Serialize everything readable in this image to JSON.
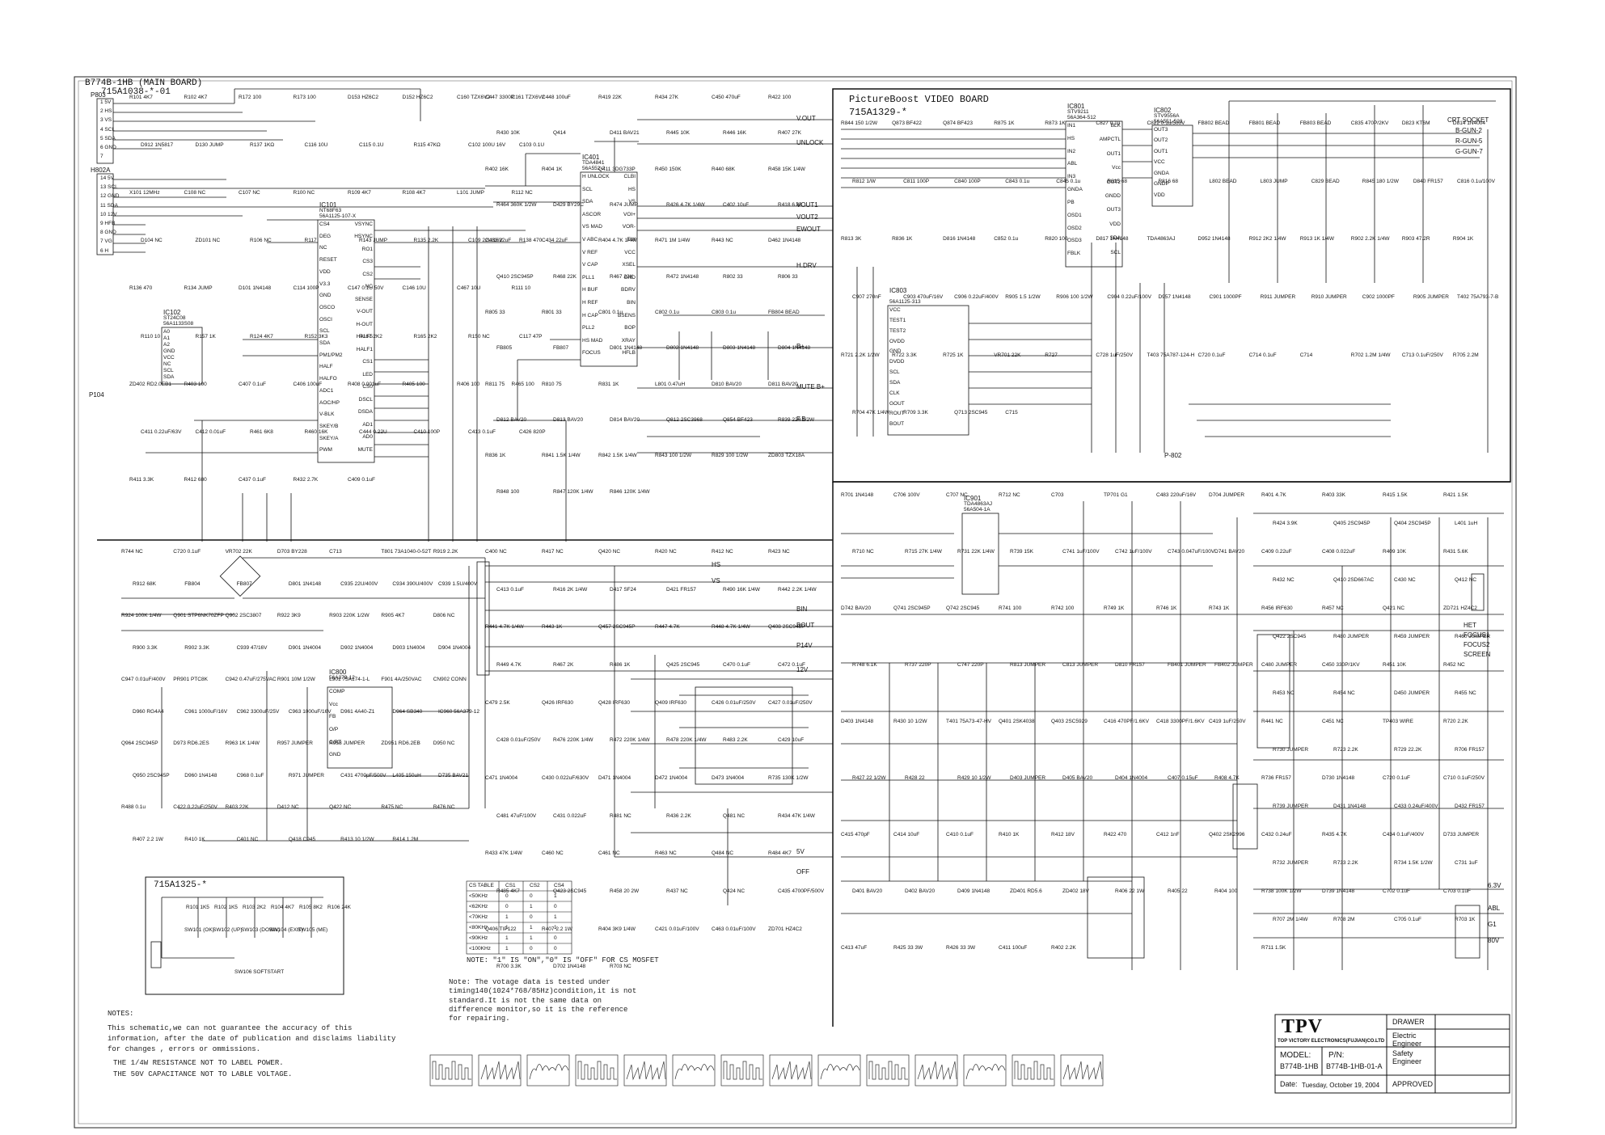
{
  "sheet": {
    "board_title": "B774B-1HB (MAIN BOARD)",
    "board_part": "715A1038-*-01",
    "video_board_title": "PictureBoost VIDEO BOARD",
    "video_board_part": "715A1329-*",
    "keypad_part": "715A1325-*"
  },
  "connectors": {
    "p803": {
      "ref": "P803",
      "pins": [
        "1 5V",
        "2 HS",
        "3 VS",
        "4 SCL",
        "5 SDA",
        "6 GND",
        "7"
      ]
    },
    "h802a": {
      "ref": "H802A",
      "pins": [
        "14 5V",
        "13 SCL",
        "12 GND",
        "11 SDA",
        "10 12V",
        "9 HFB",
        "8 GND",
        "7 VG",
        "6 H"
      ]
    },
    "crt_socket": {
      "ref": "CRT SOCKET",
      "pins": [
        "B-GUN-2",
        "R-GUN-5",
        "G-GUN-7"
      ]
    },
    "p104": "P104",
    "p802": "P-802"
  },
  "ics": [
    {
      "ref": "IC101",
      "part": "NT68F63",
      "code": "56A1125-107-X",
      "pins_left": [
        "CS4",
        "DEG",
        "NC",
        "RESET",
        "VDD",
        "V3.3",
        "GND",
        "OSCO",
        "OSCI",
        "SCL",
        "SDA",
        "PM1/PM2",
        "HALF",
        "HALFO",
        "ADC1",
        "AOC/HP",
        "V-BLK",
        "SKEY/B",
        "SKEY/A",
        "PWM"
      ],
      "pins_right": [
        "VSYNC",
        "HSYNC",
        "RO1",
        "CS3",
        "CS2",
        "NC",
        "SENSE",
        "V-OUT",
        "H-OUT",
        "HALF5",
        "HALF1",
        "CS1",
        "LED",
        "CS0",
        "DSCL",
        "DSDA",
        "AD1",
        "AD0",
        "MUTE"
      ]
    },
    {
      "ref": "IC401",
      "part": "TDA4841",
      "code": "56A552-2",
      "pins_left": [
        "H UNLOCK",
        "SCL",
        "SDA",
        "ASCOR",
        "VS MAD",
        "V ABC",
        "V REF",
        "V CAP",
        "PLL1",
        "H BUF",
        "H REF",
        "H CAP",
        "PLL2",
        "HS MAD",
        "FOCUS"
      ],
      "pins_right": [
        "CLBI",
        "HS",
        "VS",
        "VOI+",
        "VOR-",
        "EW",
        "VCC",
        "XSEL",
        "GND",
        "BDRV",
        "BIN",
        "BSENS",
        "BOP",
        "XRAY",
        "HFLB"
      ]
    },
    {
      "ref": "IC801",
      "part": "STV9211",
      "code": "56A364-512",
      "pins_left": [
        "IN1",
        "HS",
        "IN2",
        "ABL",
        "IN3",
        "GNDA",
        "PB",
        "OSD1",
        "OSD2",
        "OSD3",
        "FBLK"
      ],
      "pins_right": [
        "BLK",
        "AMPCTL",
        "OUT1",
        "Vcc",
        "OUT2",
        "GNDD",
        "OUT3",
        "VDD",
        "SDA",
        "SCL"
      ]
    },
    {
      "ref": "IC802",
      "part": "STV9556A",
      "code": "56A551-523",
      "pins": [
        "OUT3",
        "OUT2",
        "OUT1",
        "VCC",
        "GNDA",
        "GNDP",
        "VDD"
      ]
    },
    {
      "ref": "IC803",
      "code": "56A1125-313",
      "pins": [
        "VCC",
        "TEST1",
        "TEST2",
        "OVDD",
        "GND",
        "DVDD",
        "SCL",
        "SDA",
        "CLK",
        "GOUT",
        "ROUT",
        "BOUT"
      ]
    },
    {
      "ref": "IC901",
      "part": "TDA4863AJ",
      "code": "56A504-1A"
    },
    {
      "ref": "IC800",
      "part": "56A379-12",
      "pins": [
        "COMP",
        "Vcc",
        "FB",
        "O/P",
        "C/RT",
        "GND"
      ]
    },
    {
      "ref": "IC102",
      "part": "ST24C08",
      "code": "56A1133S08",
      "pins": [
        "A0",
        "A1",
        "A2",
        "GND",
        "VCC",
        "NC",
        "SCL",
        "SDA"
      ]
    }
  ],
  "net_labels": [
    "V.OUT",
    "UNLOCK",
    "VOUT1",
    "VOUT2",
    "EWOUT",
    "H.DRV",
    "B+",
    "MUTE B+",
    "F.B",
    "HS",
    "VS",
    "BIN",
    "BOUT",
    "P14V",
    "12V",
    "5V",
    "6.3V",
    "ABL",
    "G1",
    "80V",
    "HET",
    "FOCUS1",
    "FOCUS2",
    "SCREEN",
    "OFF"
  ],
  "components": [
    "R101 4K7",
    "R102 4K7",
    "R172 100",
    "R173 100",
    "D153 HZ6C2",
    "D152 HZ6C2",
    "C160 TZX6V2",
    "C161 TZX6V2",
    "D912 1N5817",
    "D130 JUMP",
    "R137 1KΩ",
    "C116 10U",
    "C115 0.1U",
    "R115 47KΩ",
    "C102 100U 16V",
    "C103 0.1U",
    "X101 12MHz",
    "C108 NC",
    "C107 NC",
    "R100 NC",
    "R109 4K7",
    "R108 4K7",
    "L101 JUMP",
    "R112 NC",
    "D104 NC",
    "ZD101 NC",
    "R106 NC",
    "R117",
    "R143 JUMP",
    "R135 2.2K",
    "C109 22U/16V",
    "R138 470",
    "R136 470",
    "R134 JUMP",
    "D101 1N4148",
    "C114 100P",
    "C147 0.1U 50V",
    "C146 10U",
    "C467 10U",
    "R111 10",
    "R110 10",
    "R157 1K",
    "R124 4K7",
    "R152 3K3",
    "R167 2K2",
    "R165 2K2",
    "R150 NC",
    "C117 47P",
    "ZD402 RD2.0EB1",
    "R403 100",
    "C407 0.1uF",
    "C406 100uF",
    "R408 0.001uF",
    "R405 100",
    "R406 100",
    "R465 100",
    "C411 0.22uF/63V",
    "C412 0.01uF",
    "R461 6K8",
    "R460 16K",
    "C444 0.22U",
    "C410 100P",
    "C413 0.1uF",
    "C426 820P",
    "R411 3.3K",
    "R412 680",
    "C437 0.1uF",
    "R432 2.7K",
    "C409 0.1uF",
    "C447 3300P",
    "C448 100uF",
    "R419 22K",
    "R434 27K",
    "C450 470uF",
    "R422 100",
    "R430 10K",
    "Q414",
    "D411 BAV21",
    "R445 10K",
    "R446 16K",
    "R407 27K",
    "R402 16K",
    "R404 1K",
    "Q411 3DG733P",
    "R450 150K",
    "R440 68K",
    "R458 15K 1/4W",
    "R464 360K 1/2W",
    "D429 BY29C",
    "R474 JUMP",
    "R426 4.7K 1/4W",
    "C402 10uF",
    "R418 6.8K",
    "C433 22uF",
    "C434 22uF",
    "R404 4.7K 1/4W",
    "R471 1M 1/4W",
    "R443 NC",
    "D462 1N4148",
    "Q410 2SC945P",
    "R468 22K",
    "R467 22K",
    "R472 1N4148",
    "R802 33",
    "R806 33",
    "R805 33",
    "R801 33",
    "C801 0.1u",
    "C802 0.1u",
    "C803 0.1u",
    "FB804 BEAD",
    "FB805",
    "FB807",
    "D801 1N4148",
    "D802 1N4148",
    "D803 1N4148",
    "D804 1N4148",
    "R811 75",
    "R810 75",
    "R831 1K",
    "L801 0.47uH",
    "D810 BAV20",
    "D811 BAV20",
    "D812 BAV20",
    "D813 BAV20",
    "D814 BAV20",
    "Q812 2SC3968",
    "Q854 BF423",
    "R839 220 1/2W",
    "R836 1K",
    "R841 1.5K 1/4W",
    "R842 1.5K 1/4W",
    "R843 100 1/2W",
    "R829 100 1/2W",
    "ZD803 TZX18A",
    "R848 100",
    "R847 120K 1/4W",
    "R846 120K 1/4W",
    "R844 150 1/2W",
    "Q873 BF422",
    "Q874 BF423",
    "R875 1K",
    "R873 1K",
    "C827 0.1u",
    "C822 0.1u/500V",
    "FB802 BEAD",
    "FB801 BEAD",
    "FB803 BEAD",
    "C835 470P/2KV",
    "D823 KT6M",
    "D814 1N4004",
    "R812 1/W",
    "C811 100P",
    "C840 100P",
    "C843 0.1u",
    "C845 0.1u",
    "R815 68",
    "R816 68",
    "L802 BEAD",
    "L803 JUMP",
    "C829 BEAD",
    "R845 180 1/2W",
    "D840 FR157",
    "C816 0.1u/100V",
    "R813 3K",
    "R836 1K",
    "D816 1N4148",
    "C852 0.1u",
    "R820 100",
    "D817 1N4148",
    "TDA4863AJ",
    "D952 1N4148",
    "R912 2K2 1/4W",
    "R913 1K 1/4W",
    "R902 2.2K 1/4W",
    "R903 47.2R",
    "R904 1K",
    "C907 270nF",
    "C903 470uF/16V",
    "C906 0.22uF/400V",
    "R905 1.5 1/2W",
    "R906 100 1/2W",
    "C904 0.22uF/100V",
    "D957 1N4148",
    "C901 1000PF",
    "R911 JUMPER",
    "R910 JUMPER",
    "C902 1000PF",
    "R905 JUMPER",
    "T402 75A793-7-B",
    "R721 2.2K 1/2W",
    "R722 3.3K",
    "R725 1K",
    "VR701 22K",
    "R727",
    "C728 1uF/250V",
    "T403 75A787-124-H",
    "C720 0.1uF",
    "C714 0.1uF",
    "C714",
    "R702 1.2M 1/4W",
    "C713 0.1uF/250V",
    "R705 2.2M",
    "R704 47K 1/4W",
    "R709 3.3K",
    "Q713 2SC945",
    "C715",
    "R744 NC",
    "C720 0.1uF",
    "VR702 22K",
    "D703 BY228",
    "C713",
    "T801 73A1040-0-52T",
    "R919 2.2K",
    "R912 68K",
    "FB804",
    "FB807",
    "D801 1N4148",
    "C935 22U/400V",
    "C934 390U/400V",
    "C939 1.5U/400V",
    "R924 100K 1/4W",
    "Q901 STP6NK70ZFP",
    "Q902 2SC3807",
    "R922 3K9",
    "R903 220K 1/2W",
    "R905 4K7",
    "D806 NC",
    "R900 3.3K",
    "R902 3.3K",
    "C939 47/16V",
    "D901 1N4004",
    "D902 1N4004",
    "D903 1N4004",
    "D904 1N4004",
    "C947 0.01uF/400V",
    "PR901 PTC8K",
    "C942 0.47uF/275VAC",
    "R901 10M 1/2W",
    "L901 75A174-1-L",
    "F901 4A/250VAC",
    "CN902 CONN",
    "D960 RG4A4",
    "C961 1000uF/16V",
    "C962 3300uF/25V",
    "C963 1000uF/16V",
    "D961 4A40-Z1",
    "D964 SB340",
    "IC960 56A379-12",
    "Q964 2SC945P",
    "D973 RD6.2ES",
    "R963 1K 1/4W",
    "R957 JUMPER",
    "R958 JUMPER",
    "ZD951 RD6.2EB",
    "D950 NC",
    "Q950 2SC945P",
    "D960 1N4148",
    "C968 0.1uF",
    "R971 JUMPER",
    "C431 4700pF/500V",
    "L405 150uH",
    "D735 BAV21",
    "R488 0.1u",
    "C422 0.22uF/250V",
    "R403 22K",
    "D412 NC",
    "Q422 NC",
    "R475 NC",
    "R476 NC",
    "R407 2.2 1W",
    "R410 1K",
    "C401 NC",
    "Q418 C945",
    "R413 10 1/2W",
    "R414 1.2M",
    "C400 NC",
    "R417 NC",
    "Q420 NC",
    "R420 NC",
    "R412 NC",
    "R423 NC",
    "C413 0.1uF",
    "R416 2K 1/4W",
    "D417 SF24",
    "D421 FR157",
    "R490 16K 1/4W",
    "R442 2.2K 1/4W",
    "R441 4.7K 1/4W",
    "R443 1K",
    "Q457 2SC945P",
    "R447 4.7K",
    "R448 4.7K 1/4W",
    "Q408 2SC945P",
    "R449 4.7K",
    "R467 2K",
    "R486 1K",
    "Q425 2SC945",
    "C470 0.1uF",
    "C472 0.1uF",
    "C479 2.5K",
    "Q426 IRF630",
    "Q428 IRF630",
    "Q409 IRF630",
    "C426 0.01uF/250V",
    "C427 0.01uF/250V",
    "C428 0.01uF/250V",
    "R476 220K 1/4W",
    "R472 220K 1/4W",
    "R478 220K 1/4W",
    "R483 2.2K",
    "C429 10uF",
    "C471 1N4004",
    "C430 0.022uF/630V",
    "D471 1N4004",
    "D472 1N4004",
    "D473 1N4004",
    "R735 130K 1/2W",
    "C481 47uF/100V",
    "C431 0.022uF",
    "R481 NC",
    "R436 2.2K",
    "Q481 NC",
    "R434 47K 1/4W",
    "R433 47K 1/4W",
    "C460 NC",
    "C461 NC",
    "R463 NC",
    "Q484 NC",
    "R484 4K7",
    "R485 4K7",
    "Q423 2SC945",
    "R458 20 2W",
    "R437 NC",
    "Q424 NC",
    "C435 4700PF/500V",
    "Q406 TIP122",
    "R407 2.2 1W",
    "R404 3K9 1/4W",
    "C421 0.01uF/100V",
    "C463 0.01uF/100V",
    "ZD701 HZ4C2",
    "R700 3.3K",
    "D702 1N4148",
    "R703 NC",
    "R701 1N4148",
    "C706 100V",
    "C707 NC",
    "R712 NC",
    "C703",
    "TP701 G1",
    "C483 220uF/16V",
    "D704 JUMPER",
    "R710 NC",
    "R715 27K 1/4W",
    "R731 22K 1/4W",
    "R739 15K",
    "C741 1uF/100V",
    "C742 1uF/100V",
    "C743 0.047uF/100V",
    "D741 BAV20",
    "D742 BAV20",
    "Q741 2SC945P",
    "Q742 2SC945",
    "R741 100",
    "R742 100",
    "R749 1K",
    "R746 1K",
    "R743 1K",
    "R748 6.1K",
    "R737 220P",
    "C747 220P",
    "R813 JUMPER",
    "C813 JUMPER",
    "D810 FR157",
    "FB401 JUMPER",
    "FB402 JUMPER",
    "D403 1N4148",
    "R430 10 1/2W",
    "T401 75A73-47-HV",
    "Q401 2SK4038",
    "Q403 2SC5929",
    "C416 470PF/1.6KV",
    "C418 3300PF/1.6KV",
    "C419 1uF/250V",
    "R427 22 1/2W",
    "R428 22",
    "R429 10 1/2W",
    "D403 JUMPER",
    "D405 BAV20",
    "D404 1N4004",
    "C407 0.15uF",
    "R408 4.7K",
    "C415 470pF",
    "C414 10uF",
    "C410 0.1uF",
    "R410 1K",
    "R412 18V",
    "R422 470",
    "C412 1nF",
    "Q402 2SK2996",
    "D401 BAV20",
    "D402 BAV20",
    "D409 1N4148",
    "ZD401 RD5.6",
    "ZD402 18V",
    "R406 22 1W",
    "R405 22",
    "R404 100",
    "C413 47uF",
    "R425 33 3W",
    "R426 33 3W",
    "C411 100uF",
    "R402 2.2K",
    "R401 4.7K",
    "R403 33K",
    "R415 1.5K",
    "R421 1.5K",
    "R424 3.9K",
    "Q405 2SC945P",
    "Q404 2SC945P",
    "L401 1uH",
    "C409 0.22uF",
    "C408 0.022uF",
    "R409 10K",
    "R431 5.6K",
    "R432 NC",
    "Q410 2SD667AC",
    "C430 NC",
    "Q412 NC",
    "R456 IRF630",
    "R457 NC",
    "Q421 NC",
    "ZD721 HZ4C2",
    "Q422 2SC945",
    "R480 JUMPER",
    "R459 JUMPER",
    "R460 JUMPER",
    "C480 JUMPER",
    "C450 330P/1KV",
    "R451 10K",
    "R452 NC",
    "R453 NC",
    "R454 NC",
    "D450 JUMPER",
    "R455 NC",
    "R441 NC",
    "C451 NC",
    "TP403 WIRE",
    "R720 2.2K",
    "R730 JUMPER",
    "R723 2.2K",
    "R729 22.2K",
    "R706 FR157",
    "R736 FR157",
    "D730 1N4148",
    "C720 0.1uF",
    "C710 0.1uF/250V",
    "R739 JUMPER",
    "D431 1N4148",
    "C433 0.24uF/400V",
    "D432 FR157",
    "C432 0.24uF",
    "R435 4.7K",
    "C434 0.1uF/400V",
    "D733 JUMPER",
    "R732 JUMPER",
    "R733 2.2K",
    "R734 1.5K 1/2W",
    "C731 1uF",
    "R738 100K 1/2W",
    "D739 1N4148",
    "C702 0.1uF",
    "C703 0.1uF",
    "R707 2M 1/4W",
    "R708 2M",
    "C705 0.1uF",
    "R703 1K",
    "R711 1.5K"
  ],
  "keypad": {
    "title": "715A1325-*",
    "switches": [
      "SW101 (OK)",
      "SW102 (UP)",
      "SW103 (DOWN)",
      "SW104 (EXIT)",
      "SW105 (ME)",
      "SW106 SOFTSTART"
    ],
    "resistors": [
      "R101 1K5",
      "R102 1K5",
      "R103 2K2",
      "R104 4K7",
      "R105 8K2",
      "R106 24K"
    ]
  },
  "mode_table": {
    "headers": [
      "CS TABLE",
      "CS1",
      "CS2",
      "CS4"
    ],
    "rows": [
      [
        "<50KHz",
        "0",
        "0",
        "1"
      ],
      [
        "<62KHz",
        "0",
        "1",
        "0"
      ],
      [
        "<70KHz",
        "1",
        "0",
        "1"
      ],
      [
        "<80KHz",
        "1",
        "1",
        "1"
      ],
      [
        "<90KHz",
        "1",
        "1",
        "0"
      ],
      [
        "<100KHz",
        "1",
        "0",
        "0"
      ]
    ],
    "note": "NOTE: \"1\" IS \"ON\",\"0\" IS \"OFF\" FOR CS MOSFET"
  },
  "notes": {
    "voltage_note": "Note:  The votage data is tested under timing140(1024*768/85Hz)condition,it is not standard.It is not the same data on difference monitor,so it is the reference for repairing.",
    "notes_heading": "NOTES:",
    "notes_body": "This schematic,we can not guarantee the accuracy of this information, after the date of publication and disclaims liability for changes , errors or ommissions.",
    "resistor_note": "THE 1/4W RESISTANCE NOT TO LABEL POWER.",
    "cap_note": "THE 50V CAPACITANCE NOT TO LABLE VOLTAGE."
  },
  "title_block": {
    "logo": "TPV",
    "company": "TOP VICTORY ELECTRONICS(FUJIAN)CO.LTD",
    "drawer": "DRAWER",
    "electric_engineer": "Electric Engineer",
    "safety_engineer": "Safety Engineer",
    "approved": "APPROVED",
    "model_label": "MODEL:",
    "model_value": "B774B-1HB",
    "pn_label": "P/N:",
    "pn_value": "B774B-1HB-01-A",
    "date_label": "Date:",
    "date_value": "Tuesday, October 19, 2004"
  },
  "waveform_count": 14,
  "colors": {
    "ink": "#111111",
    "paper": "#ffffff",
    "frame": "#222222"
  }
}
